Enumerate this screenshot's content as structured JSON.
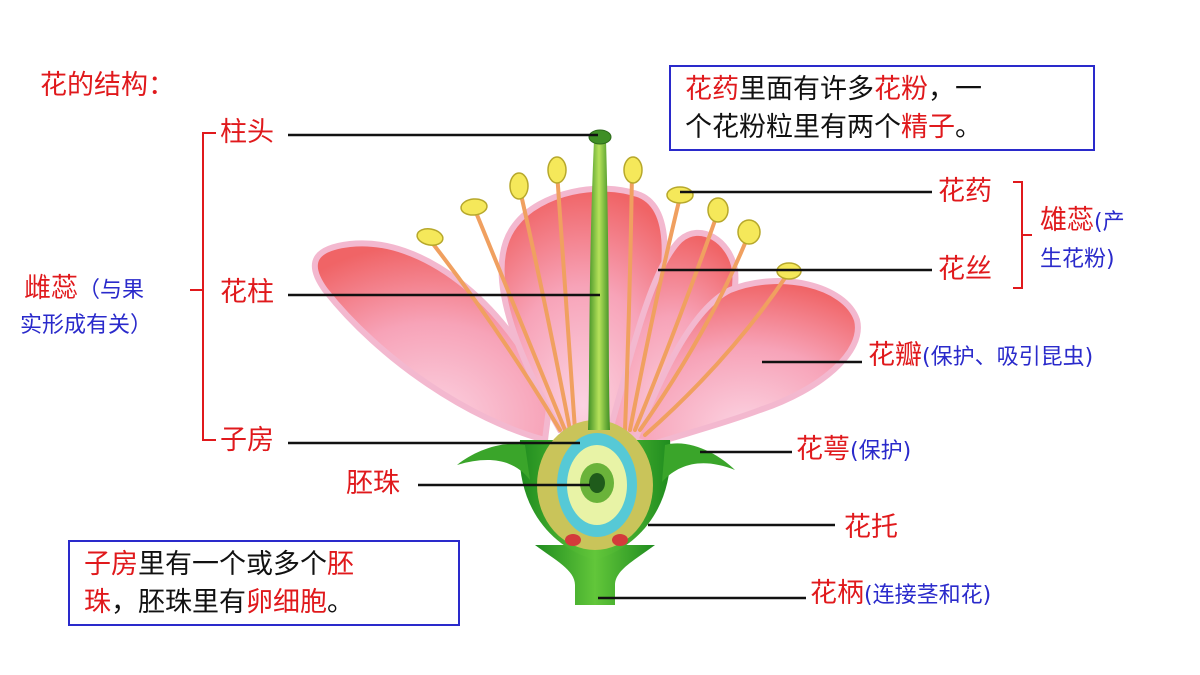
{
  "title": "花的结构：",
  "top_note": {
    "parts": [
      {
        "text": "花药",
        "color": "red"
      },
      {
        "text": "里面有许多",
        "color": "black"
      },
      {
        "text": "花粉",
        "color": "red"
      },
      {
        "text": "，一",
        "color": "black"
      }
    ],
    "parts2": [
      {
        "text": "个花粉粒里有两个",
        "color": "black"
      },
      {
        "text": "精子",
        "color": "red"
      },
      {
        "text": "。",
        "color": "black"
      }
    ]
  },
  "bottom_note": {
    "parts": [
      {
        "text": "子房",
        "color": "red"
      },
      {
        "text": "里有一个或多个",
        "color": "black"
      },
      {
        "text": "胚",
        "color": "red"
      }
    ],
    "parts2": [
      {
        "text": "珠",
        "color": "red"
      },
      {
        "text": "，胚珠里有",
        "color": "black"
      },
      {
        "text": "卵细胞",
        "color": "red"
      },
      {
        "text": "。",
        "color": "black"
      }
    ]
  },
  "labels": {
    "stigma": "柱头",
    "style": "花柱",
    "ovary": "子房",
    "ovule": "胚珠",
    "pistil_name": "雌蕊",
    "pistil_note_1": "（与果",
    "pistil_note_2": "实形成有关）",
    "anther": "花药",
    "filament": "花丝",
    "stamen_name": "雄蕊",
    "stamen_note_1": "(产",
    "stamen_note_2": "生花粉)",
    "petal_name": "花瓣",
    "petal_note": "(保护、吸引昆虫)",
    "sepal_name": "花萼",
    "sepal_note": "(保护)",
    "receptacle": "花托",
    "pedicel_name": "花柄",
    "pedicel_note": "(连接茎和花)"
  },
  "colors": {
    "label_red": "#e0191c",
    "note_blue": "#2a2acb",
    "petal": "#f47478",
    "sepal": "#3aa52a",
    "style_green": "#7ec23b",
    "anther_yellow": "#f5e85a",
    "filament": "#f0a060"
  }
}
